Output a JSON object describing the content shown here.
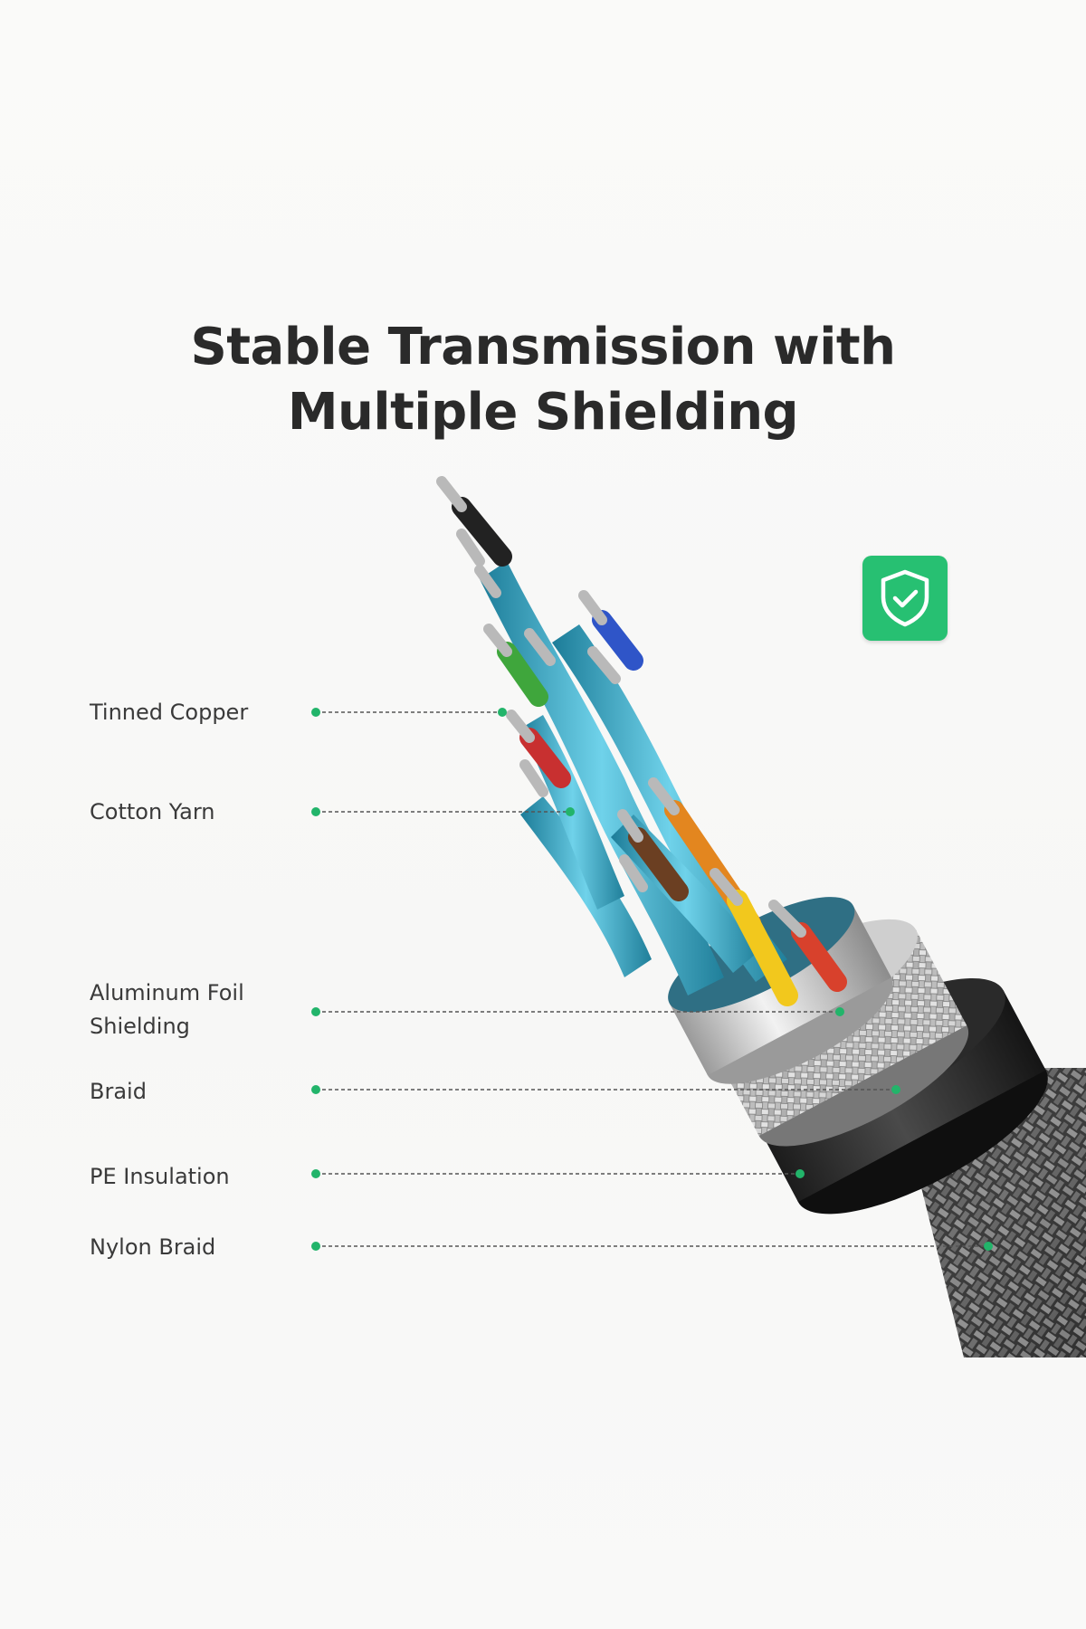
{
  "title": {
    "line1": "Stable Transmission with",
    "line2": "Multiple Shielding"
  },
  "layers": [
    {
      "label": "Tinned Copper"
    },
    {
      "label": "Cotton Yarn"
    },
    {
      "label": "Aluminum Foil",
      "label2": "Shielding"
    },
    {
      "label": "Braid"
    },
    {
      "label": "PE Insulation"
    },
    {
      "label": "Nylon Braid"
    }
  ],
  "badge": {
    "icon": "shield-check-icon",
    "color": "#27c072"
  },
  "colors": {
    "accent": "#27c072",
    "leader_dot": "#22b46a",
    "wire_colors": [
      "#222222",
      "#2f55c8",
      "#3fa63c",
      "#c83030",
      "#e3861f",
      "#6b3f22",
      "#f2c81d",
      "#d8412c"
    ],
    "pair_foil": "#3aa8c8"
  }
}
